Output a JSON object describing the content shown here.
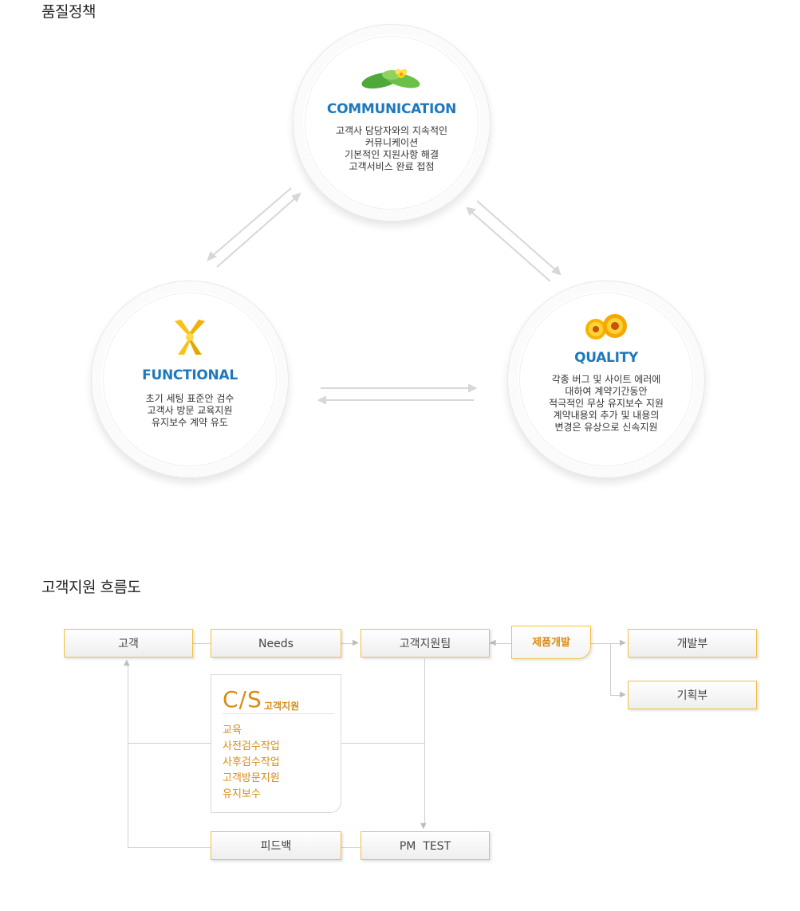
{
  "quality_policy": {
    "title": "품질정책",
    "communication": {
      "heading": "COMMUNICATION",
      "lines": [
        "고객사 담당자와의 지속적인",
        "커뮤니케이션",
        "기본적인 지원사항 해결",
        "고객서비스 완료 접점"
      ]
    },
    "functional": {
      "heading": "FUNCTIONAL",
      "lines": [
        "초기 세팅 표준안 검수",
        "고객사 방문 교육지원",
        "유지보수 계약 유도"
      ]
    },
    "quality": {
      "heading": "QUALITY",
      "lines": [
        "각종 버그 및 사이트 에러에",
        "대하여 계약기간동안",
        "적극적인 무상 유지보수 지원",
        "계약내용외 추가 및 내용의",
        "변경은 유상으로 신속지원"
      ]
    }
  },
  "support_flow": {
    "title": "고객지원 흐름도",
    "customer": "고객",
    "needs": "Needs",
    "support_team": "고객지원팀",
    "product_dev": "제품개발",
    "dev_dept": "개발부",
    "planning_dept": "기획부",
    "feedback": "피드백",
    "pm_test": "PM  TEST",
    "cs": {
      "title": "C/S",
      "subtitle": "고객지원",
      "items": [
        "교육",
        "사전검수작업",
        "사후검수작업",
        "고객방문지원",
        "유지보수"
      ]
    }
  },
  "colors": {
    "accent_blue": "#1e78be",
    "accent_orange": "#d98b12",
    "box_border": "#f0c040"
  },
  "icons": {
    "communication": "leaf-flower-icon",
    "functional": "ribbon-bow-icon",
    "quality": "orange-flowers-icon"
  }
}
